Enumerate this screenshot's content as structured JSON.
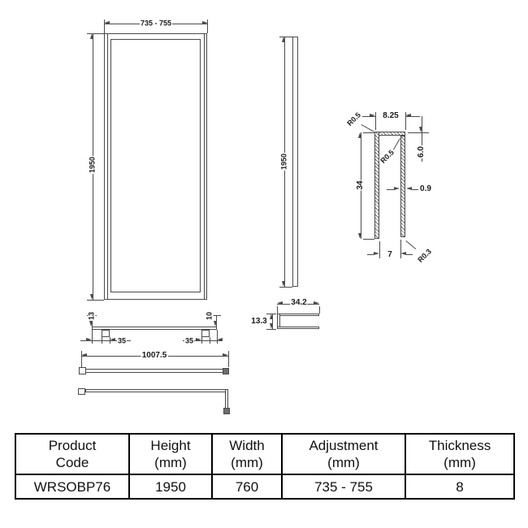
{
  "drawing": {
    "front_view": {
      "width_dim": "735 - 755",
      "height_dim": "1950"
    },
    "side_view": {
      "height_dim": "1950"
    },
    "channel_profile": {
      "width_dim": "34.2",
      "height_dim": "13.3"
    },
    "profile_detail": {
      "top_width": "8.25",
      "radius_top": "R0.5",
      "radius_inner": "R0.5",
      "flange_depth": "6.0",
      "leg_length": "34",
      "wall_thickness": "0.9",
      "bottom_gap": "7",
      "radius_bottom": "R0.3"
    },
    "plan_view": {
      "left_depth": "13",
      "left_offset": "35",
      "right_offset": "35",
      "right_depth": "10"
    },
    "length_view": {
      "length_dim": "1007.5"
    }
  },
  "table": {
    "headers": [
      "Product\nCode",
      "Height\n(mm)",
      "Width\n(mm)",
      "Adjustment\n(mm)",
      "Thickness\n(mm)"
    ],
    "row": [
      "WRSOBP76",
      "1950",
      "760",
      "735 - 755",
      "8"
    ]
  }
}
